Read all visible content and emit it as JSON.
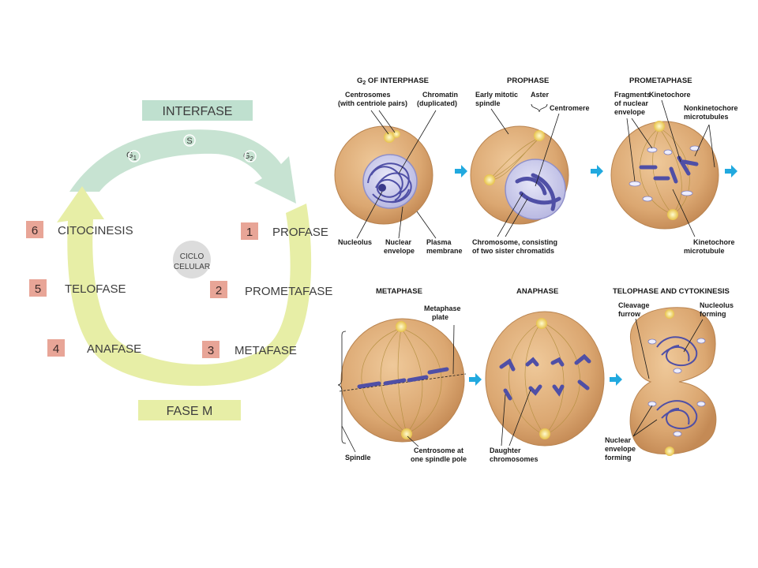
{
  "cycle": {
    "interfase": "INTERFASE",
    "fase_m": "FASE M",
    "g1": "G",
    "g1_sub": "1",
    "s": "S",
    "g2": "G",
    "g2_sub": "2",
    "center": [
      "CICLO",
      "CELULAR"
    ],
    "phases": [
      {
        "num": "1",
        "name": "PROFASE"
      },
      {
        "num": "2",
        "name": "PROMETAFASE"
      },
      {
        "num": "3",
        "name": "METAFASE"
      },
      {
        "num": "4",
        "name": "ANAFASE"
      },
      {
        "num": "5",
        "name": "TELOFASE"
      },
      {
        "num": "6",
        "name": "CITOCINESIS"
      }
    ]
  },
  "mitosis": {
    "titles": {
      "g2_prefix": "G",
      "g2_sub": "2",
      "g2_rest": " OF INTERPHASE",
      "prophase": "PROPHASE",
      "prometaphase": "PROMETAPHASE",
      "metaphase": "METAPHASE",
      "anaphase": "ANAPHASE",
      "telophase": "TELOPHASE AND CYTOKINESIS"
    },
    "labels": {
      "centrosomes": [
        "Centrosomes",
        "(with centriole pairs)"
      ],
      "chromatin": [
        "Chromatin",
        "(duplicated)"
      ],
      "nucleolus": "Nucleolus",
      "nuclear_envelope": [
        "Nuclear",
        "envelope"
      ],
      "plasma_membrane": [
        "Plasma",
        "membrane"
      ],
      "early_spindle": [
        "Early mitotic",
        "spindle"
      ],
      "aster": "Aster",
      "centromere": "Centromere",
      "chromosome": [
        "Chromosome, consisting",
        "of two sister chromatids"
      ],
      "fragments": [
        "Fragments",
        "of nuclear",
        "envelope"
      ],
      "kinetochore": "Kinetochore",
      "nonkinetochore": [
        "Nonkinetochore",
        "microtubules"
      ],
      "kinetochore_mt": [
        "Kinetochore",
        "microtubule"
      ],
      "metaphase_plate": [
        "Metaphase",
        "plate"
      ],
      "spindle": "Spindle",
      "centrosome_pole": [
        "Centrosome at",
        "one spindle pole"
      ],
      "daughter": [
        "Daughter",
        "chromosomes"
      ],
      "cleavage": [
        "Cleavage",
        "furrow"
      ],
      "nucleolus_forming": [
        "Nucleolus",
        "forming"
      ],
      "envelope_forming": [
        "Nuclear",
        "envelope",
        "forming"
      ]
    }
  },
  "colors": {
    "interfase_band": "#bfe0cf",
    "arrow_green": "#c7e3d2",
    "arrow_yellow": "#e7eea6",
    "number_box": "#e8a597",
    "cell": "#dcae78",
    "chromosome": "#4f4fa6",
    "blue_arrow": "#21a9df"
  }
}
